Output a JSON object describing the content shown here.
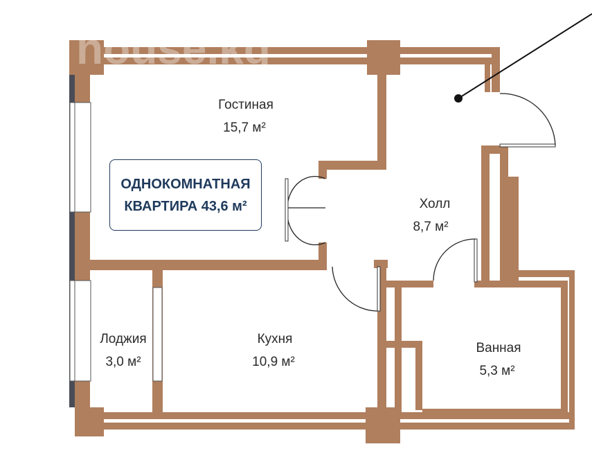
{
  "plan": {
    "title_line1": "ОДНОКОМНАТНАЯ",
    "title_line2": "КВАРТИРА 43,6 м²",
    "wall_color": "#b07f5e",
    "accent_color": "#1f3a5c",
    "watermark": "house.kg"
  },
  "rooms": [
    {
      "name": "Гостиная",
      "area": "15,7 м²"
    },
    {
      "name": "Холл",
      "area": "8,7 м²"
    },
    {
      "name": "Лоджия",
      "area": "3,0 м²"
    },
    {
      "name": "Кухня",
      "area": "10,9 м²"
    },
    {
      "name": "Ванная",
      "area": "5,3 м²"
    }
  ]
}
